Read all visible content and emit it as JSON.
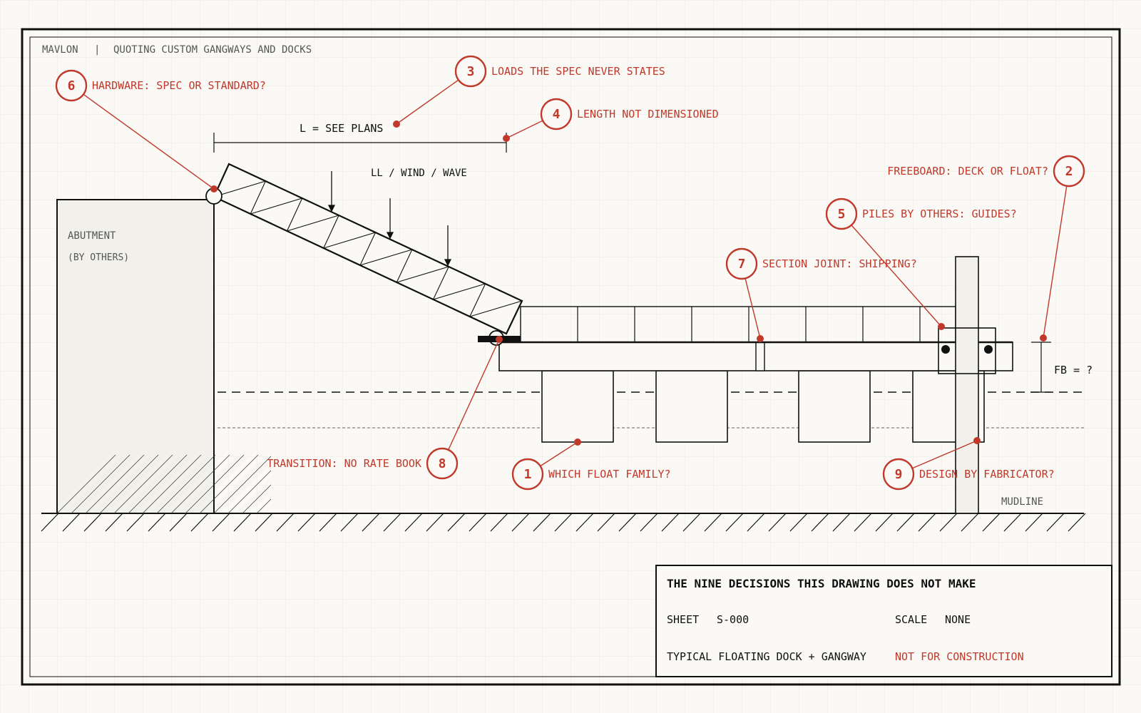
{
  "header": {
    "brand": "MAVLON",
    "separator": "|",
    "tagline": "QUOTING CUSTOM GANGWAYS AND DOCKS"
  },
  "labels": {
    "abutment": "ABUTMENT",
    "abutment_sub": "(BY OTHERS)",
    "length": "L = SEE PLANS",
    "loads": "LL / WIND / WAVE",
    "freeboard": "FB = ?",
    "mudline": "MUDLINE"
  },
  "callouts": [
    {
      "number": "1",
      "text": "WHICH FLOAT FAMILY?"
    },
    {
      "number": "2",
      "text": "FREEBOARD: DECK OR FLOAT?"
    },
    {
      "number": "3",
      "text": "LOADS THE SPEC NEVER STATES"
    },
    {
      "number": "4",
      "text": "LENGTH NOT DIMENSIONED"
    },
    {
      "number": "5",
      "text": "PILES BY OTHERS: GUIDES?"
    },
    {
      "number": "6",
      "text": "HARDWARE: SPEC OR STANDARD?"
    },
    {
      "number": "7",
      "text": "SECTION JOINT: SHIPPING?"
    },
    {
      "number": "8",
      "text": "TRANSITION: NO RATE BOOK"
    },
    {
      "number": "9",
      "text": "DESIGN BY FABRICATOR?"
    }
  ],
  "title_block": {
    "title": "THE NINE DECISIONS THIS DRAWING DOES NOT MAKE",
    "sheet_label": "SHEET",
    "sheet_value": "S-000",
    "scale_label": "SCALE",
    "scale_value": "NONE",
    "description": "TYPICAL FLOATING DOCK + GANGWAY",
    "status": "NOT FOR CONSTRUCTION"
  },
  "colors": {
    "ink": "#111111",
    "accent": "#c0392b",
    "paper": "#faf9f6",
    "grid": "#ecebe6",
    "muted": "#555555",
    "fill": "#f1f0eb"
  }
}
